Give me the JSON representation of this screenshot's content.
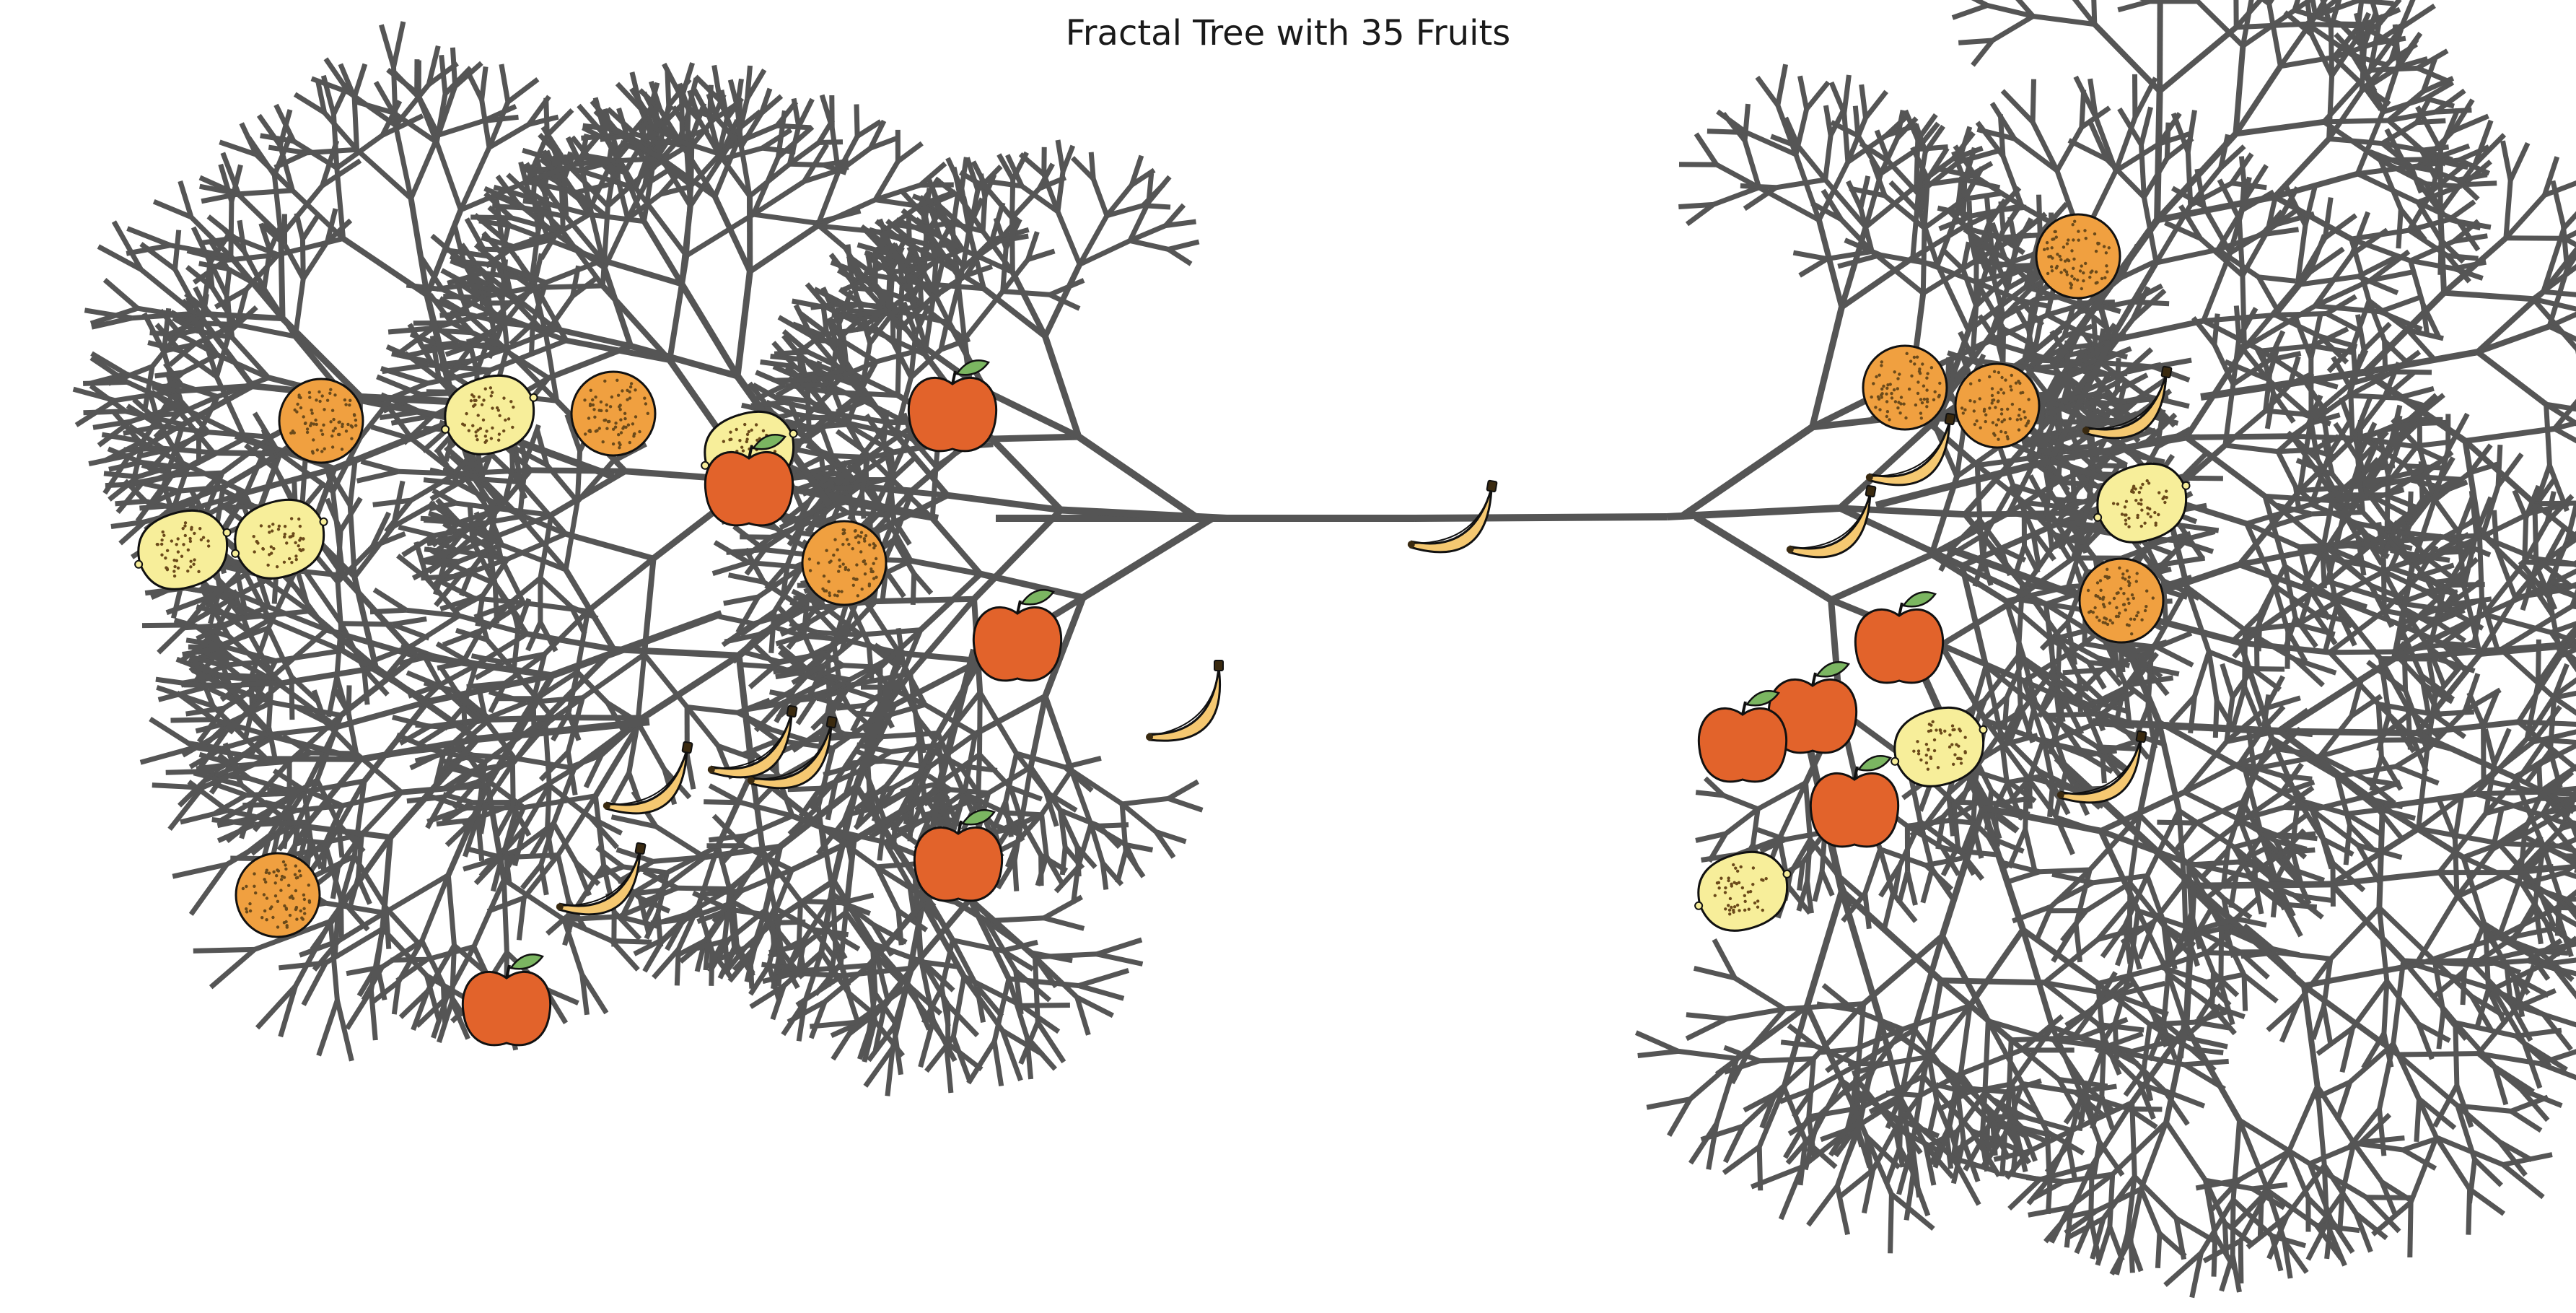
{
  "title": "Fractal Tree with 35 Fruits",
  "colors": {
    "branch": "#555555",
    "apple": "#e2632b",
    "orange": "#f0a040",
    "lemon": "#f7ee9a",
    "banana": "#f5c871",
    "leaf": "#7bb661",
    "outline": "#111111"
  },
  "fruit_counts": {
    "apple": 9,
    "orange": 9,
    "lemon": 7,
    "banana": 10
  }
}
